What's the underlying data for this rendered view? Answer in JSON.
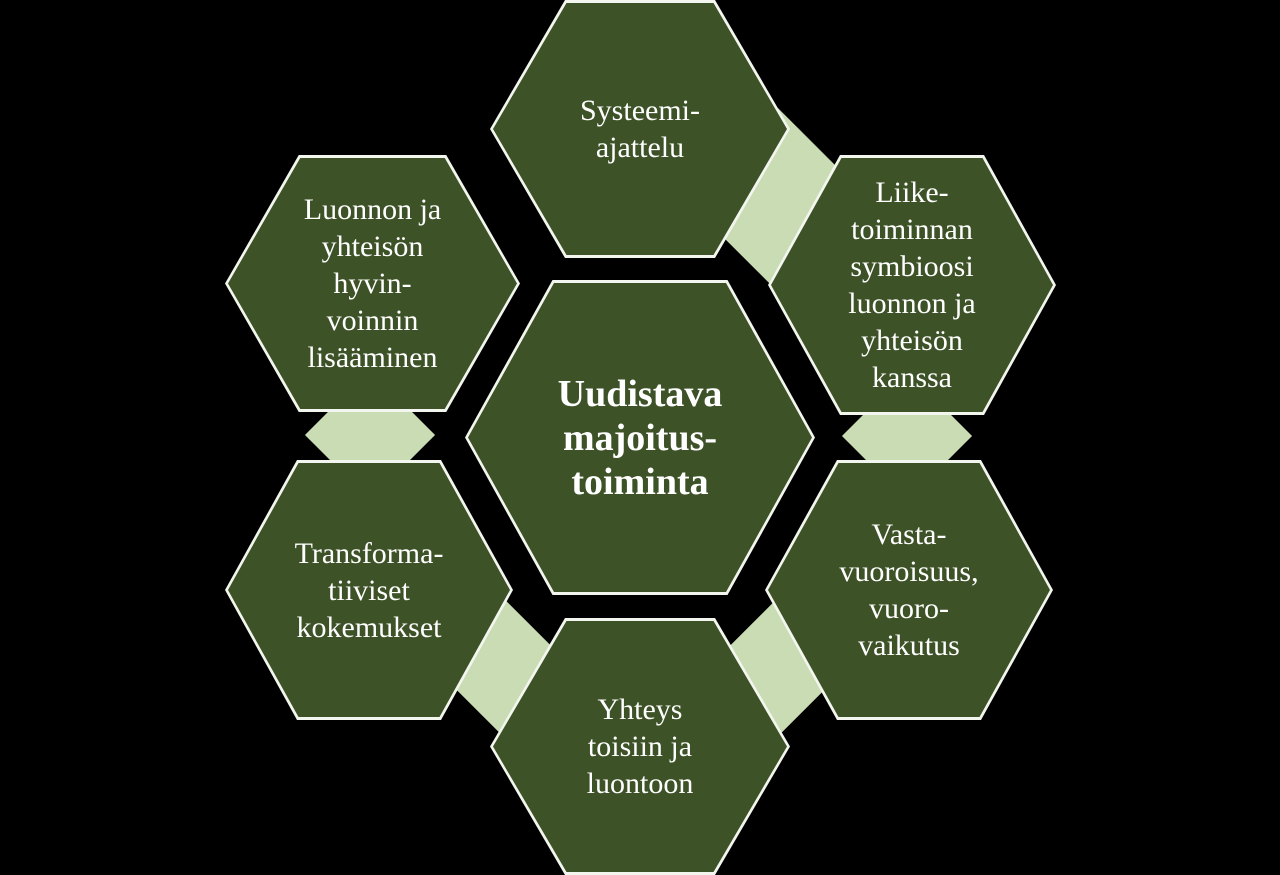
{
  "colors": {
    "background": "#000000",
    "hexagon_fill": "#3d5226",
    "hexagon_border": "#f3f6ee",
    "connector": "#c9dcb4",
    "text": "#ffffff"
  },
  "nodes": {
    "center": {
      "label": "Uudistava\nmajoitus-\ntoiminta"
    },
    "top": {
      "label": "Systeemi-\najattelu"
    },
    "top_left": {
      "label": "Luonnon ja\nyhteisön\nhyvin-\nvoinnin\nlisääminen"
    },
    "top_right": {
      "label": "Liike-\ntoiminnan\nsymbioosi\nluonnon ja\nyhteisön\nkanssa"
    },
    "right": {
      "label": "Vasta-\nvuoroisuus,\nvuoro-\nvaikutus"
    },
    "left": {
      "label": "Transforma-\ntiiviset\nkokemukset"
    },
    "bottom": {
      "label": "Yhteys\ntoisiin ja\nluontoon"
    }
  }
}
